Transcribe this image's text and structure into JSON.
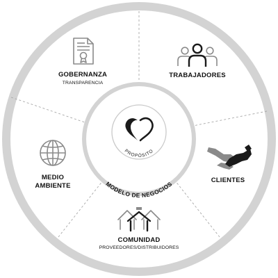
{
  "colors": {
    "outer_ring": "#d3d3d3",
    "fill": "#ffffff",
    "divider": "#a8a8a8",
    "icon_gray": "#8a8a8a",
    "icon_dark": "#1a1a1a",
    "text": "#111111"
  },
  "center": {
    "core_label": "PROPÓSITO",
    "hub_label": "MODELO DE NEGOCIOS",
    "icon": "heart-icon"
  },
  "segments": [
    {
      "id": "gobernanza",
      "title": "GOBERNANZA",
      "subtitle": "TRANSPARENCIA",
      "icon": "document-certificate-icon"
    },
    {
      "id": "trabajadores",
      "title": "TRABAJADORES",
      "subtitle": "",
      "icon": "team-people-icon"
    },
    {
      "id": "clientes",
      "title": "CLIENTES",
      "subtitle": "",
      "icon": "handshake-icon"
    },
    {
      "id": "comunidad",
      "title": "COMUNIDAD",
      "subtitle": "PROVEEDORES/DISTRIBUIDORES",
      "icon": "houses-icon"
    },
    {
      "id": "medio-ambiente",
      "title_lines": [
        "MEDIO",
        "AMBIENTE"
      ],
      "subtitle": "",
      "icon": "globe-icon"
    }
  ]
}
